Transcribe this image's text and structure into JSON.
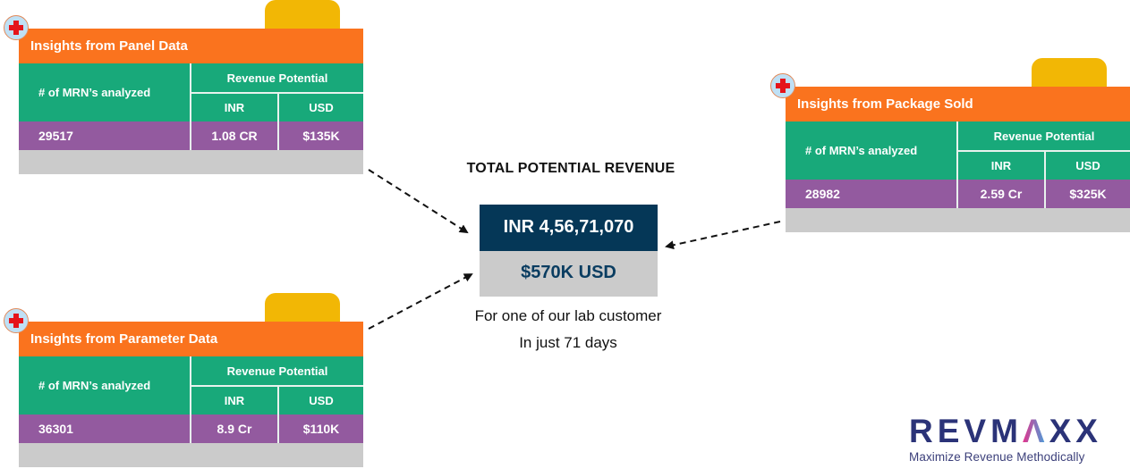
{
  "cards": {
    "panel": {
      "title": "Insights from Panel Data",
      "mrn_label": "# of MRN’s analyzed",
      "revenue_label": "Revenue Potential",
      "inr_label": "INR",
      "usd_label": "USD",
      "mrn_count": "29517",
      "inr_value": "1.08 CR",
      "usd_value": "$135K"
    },
    "parameter": {
      "title": "Insights from Parameter Data",
      "mrn_label": "# of MRN’s analyzed",
      "revenue_label": "Revenue Potential",
      "inr_label": "INR",
      "usd_label": "USD",
      "mrn_count": "36301",
      "inr_value": "8.9 Cr",
      "usd_value": "$110K"
    },
    "package": {
      "title": "Insights from Package Sold",
      "mrn_label": "# of MRN’s analyzed",
      "revenue_label": "Revenue Potential",
      "inr_label": "INR",
      "usd_label": "USD",
      "mrn_count": "28982",
      "inr_value": "2.59 Cr",
      "usd_value": "$325K"
    }
  },
  "total": {
    "title": "TOTAL POTENTIAL REVENUE",
    "inr": "INR 4,56,71,070",
    "usd": "$570K USD",
    "caption_line1": "For one of our lab customer",
    "caption_line2": "In just 71 days"
  },
  "logo": {
    "wordmark_pre": "REVM",
    "wordmark_accent": "Λ",
    "wordmark_post": "XX",
    "tagline": "Maximize Revenue Methodically"
  },
  "colors": {
    "header_orange": "#fa731e",
    "tab_yellow": "#f2b705",
    "table_green": "#18a97a",
    "row_purple": "#935a9f",
    "footer_gray": "#cbcbcb",
    "total_navy": "#053757",
    "logo_navy": "#2b3378"
  },
  "icons": {
    "card_badge": "medical-cross-icon",
    "connectors": "dashed-arrow-icon"
  }
}
